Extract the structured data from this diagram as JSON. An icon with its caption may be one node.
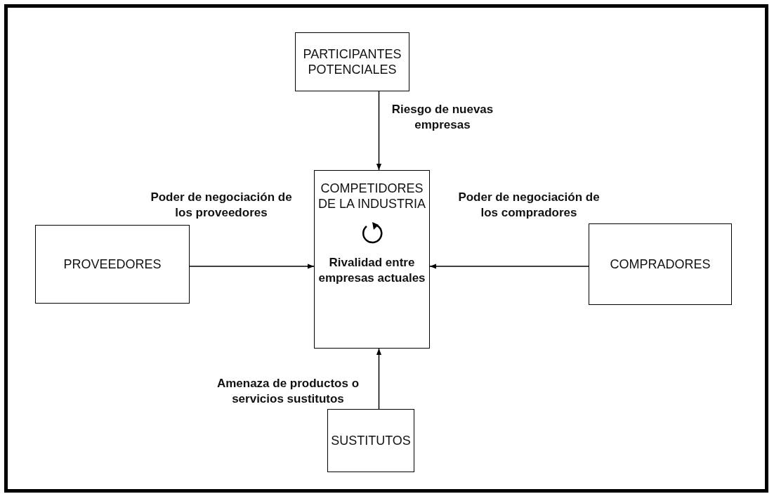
{
  "diagram": {
    "nodes": [
      {
        "text": [
          "PARTICIPANTES POTENCIALES"
        ]
      },
      {
        "text": [
          "COMPETIDORES DE LA INDUSTRIA",
          "Rivalidad entre empresas actuales"
        ]
      },
      {
        "text": [
          "PROVEEDORES"
        ]
      },
      {
        "text": [
          "COMPRADORES"
        ]
      },
      {
        "text": [
          "SUSTITUTOS"
        ]
      }
    ],
    "edges": [
      {
        "from": 0,
        "to": 1,
        "arrow": "to",
        "label": "Riesgo de nuevas empresas"
      },
      {
        "from": 2,
        "to": 1,
        "arrow": "to",
        "label": "Poder de negociación de los proveedores"
      },
      {
        "from": 3,
        "to": 1,
        "arrow": "to",
        "label": "Poder de negociación de los compradores"
      },
      {
        "from": 4,
        "to": 1,
        "arrow": "to",
        "label": "Amenaza de productos o servicios sustitutos"
      }
    ]
  }
}
